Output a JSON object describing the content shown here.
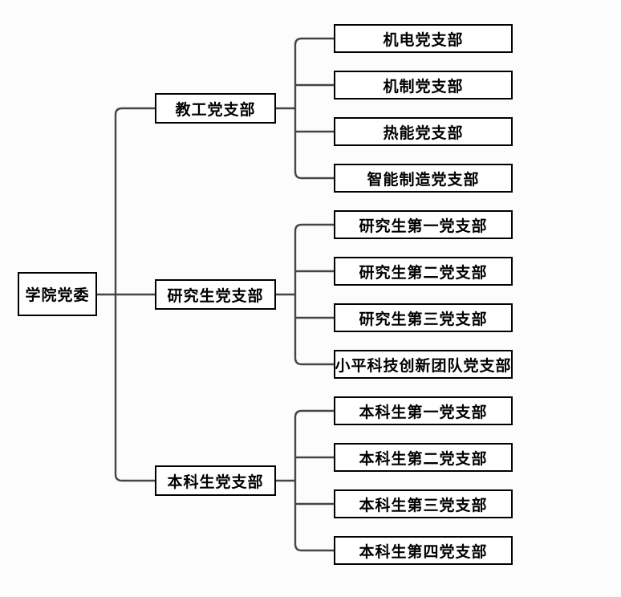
{
  "diagram": {
    "type": "org-chart",
    "orientation": "left-to-right",
    "root": {
      "label": "学院党委"
    },
    "branches": [
      {
        "label": "教工党支部",
        "children": [
          "机电党支部",
          "机制党支部",
          "热能党支部",
          "智能制造党支部"
        ]
      },
      {
        "label": "研究生党支部",
        "children": [
          "研究生第一党支部",
          "研究生第二党支部",
          "研究生第三党支部",
          "小平科技创新团队党支部"
        ]
      },
      {
        "label": "本科生党支部",
        "children": [
          "本科生第一党支部",
          "本科生第二党支部",
          "本科生第三党支部",
          "本科生第四党支部"
        ]
      }
    ],
    "colors": {
      "line": "#454545",
      "box_border": "#000000",
      "box_fill": "#ffffff",
      "background": "#fcfcfc",
      "text": "#000000"
    }
  }
}
